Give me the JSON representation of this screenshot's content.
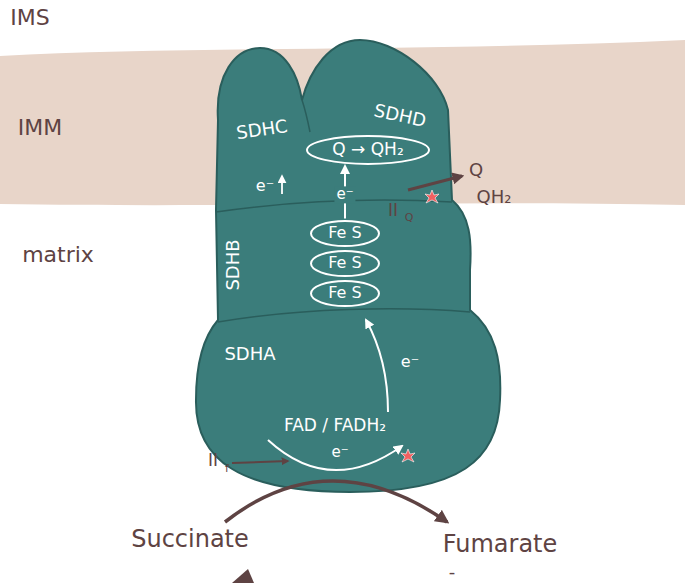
{
  "diagram": {
    "nodes": [
      {
        "text": [
          "Q → QH₂"
        ]
      },
      {
        "text": [
          "Fe S"
        ]
      },
      {
        "text": [
          "Fe S"
        ]
      },
      {
        "text": [
          "Fe S"
        ]
      }
    ],
    "edges": [
      {
        "from": 1,
        "to": 0,
        "arrow": "to",
        "label": "e⁻"
      }
    ],
    "labels": [
      "IMS",
      "IMM",
      "matrix",
      "SDHC",
      "SDHD",
      "e⁻",
      "SDHB",
      "II",
      "Q",
      "Q",
      "QH₂",
      "SDHA",
      "e⁻",
      "FAD / FADH₂",
      "e⁻",
      "II",
      "f",
      "Succinate",
      "Fumarate",
      "-"
    ]
  }
}
